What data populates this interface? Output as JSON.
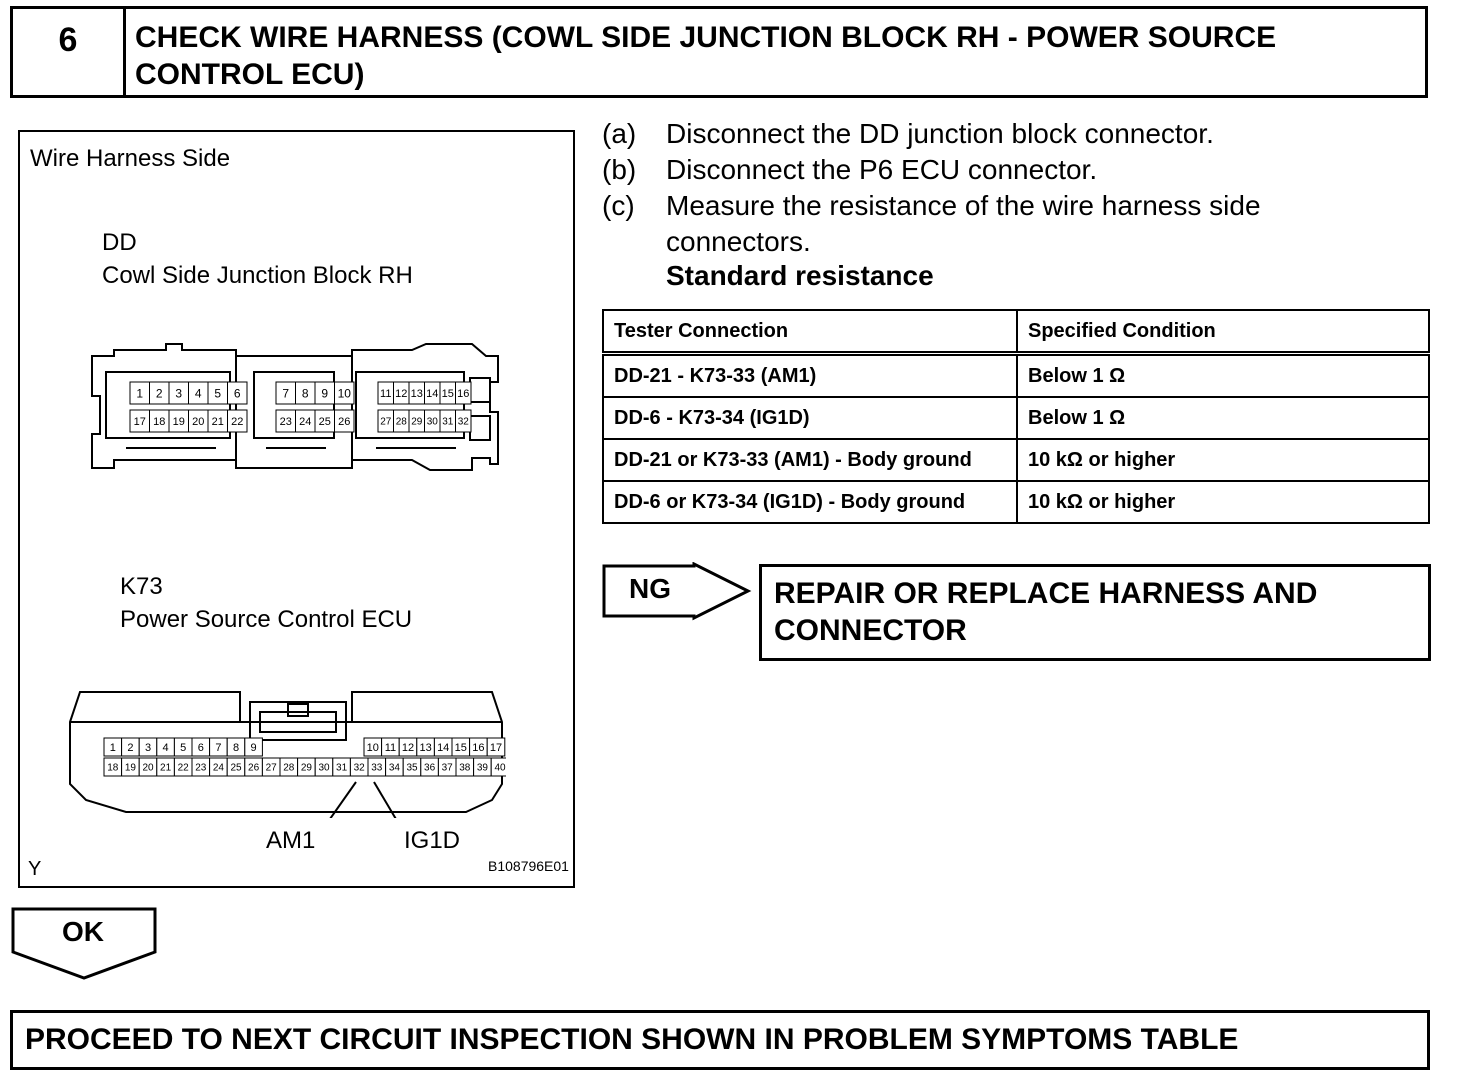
{
  "step": {
    "number": "6",
    "title_line1": "CHECK WIRE HARNESS (COWL SIDE JUNCTION BLOCK RH - POWER SOURCE",
    "title_line2": "CONTROL ECU)"
  },
  "diagram": {
    "side_label": "Wire Harness Side",
    "dd_code": "DD",
    "dd_name": "Cowl Side Junction Block RH",
    "k73_code": "K73",
    "k73_name": "Power Source Control ECU",
    "am1_label": "AM1",
    "ig1d_label": "IG1D",
    "corner_letter": "Y",
    "figure_id": "B108796E01",
    "dd_pins": {
      "g1_top": [
        "1",
        "2",
        "3",
        "4",
        "5",
        "6"
      ],
      "g1_bot": [
        "17",
        "18",
        "19",
        "20",
        "21",
        "22"
      ],
      "g2_top": [
        "7",
        "8",
        "9",
        "10"
      ],
      "g2_bot": [
        "23",
        "24",
        "25",
        "26"
      ],
      "g3_top": [
        "11",
        "12",
        "13",
        "14",
        "15",
        "16"
      ],
      "g3_bot": [
        "27",
        "28",
        "29",
        "30",
        "31",
        "32"
      ]
    },
    "k73_pins": {
      "top_left": [
        "1",
        "2",
        "3",
        "4",
        "5",
        "6",
        "7",
        "8",
        "9"
      ],
      "top_right": [
        "10",
        "11",
        "12",
        "13",
        "14",
        "15",
        "16",
        "17"
      ],
      "bottom": [
        "18",
        "19",
        "20",
        "21",
        "22",
        "23",
        "24",
        "25",
        "26",
        "27",
        "28",
        "29",
        "30",
        "31",
        "32",
        "33",
        "34",
        "35",
        "36",
        "37",
        "38",
        "39",
        "40"
      ]
    }
  },
  "instructions": [
    {
      "label": "(a)",
      "text": "Disconnect the DD junction block connector."
    },
    {
      "label": "(b)",
      "text": "Disconnect the P6 ECU connector."
    },
    {
      "label": "(c)",
      "text": "Measure the resistance of the wire harness side",
      "text2": "connectors."
    }
  ],
  "standard_resistance": "Standard resistance",
  "table": {
    "headers": [
      "Tester Connection",
      "Specified Condition"
    ],
    "rows": [
      {
        "connection": "DD-21 - K73-33 (AM1)",
        "condition": "Below 1 Ω"
      },
      {
        "connection": "DD-6 - K73-34 (IG1D)",
        "condition": "Below 1 Ω"
      },
      {
        "connection": "DD-21 or K73-33 (AM1) - Body ground",
        "condition": "10 kΩ or higher"
      },
      {
        "connection": "DD-6 or K73-34 (IG1D) - Body ground",
        "condition": "10 kΩ or higher"
      }
    ]
  },
  "ng": {
    "label": "NG",
    "action_line1": "REPAIR OR REPLACE HARNESS AND",
    "action_line2": "CONNECTOR"
  },
  "ok": {
    "label": "OK"
  },
  "next_step": "PROCEED TO NEXT CIRCUIT INSPECTION SHOWN IN PROBLEM SYMPTOMS TABLE"
}
